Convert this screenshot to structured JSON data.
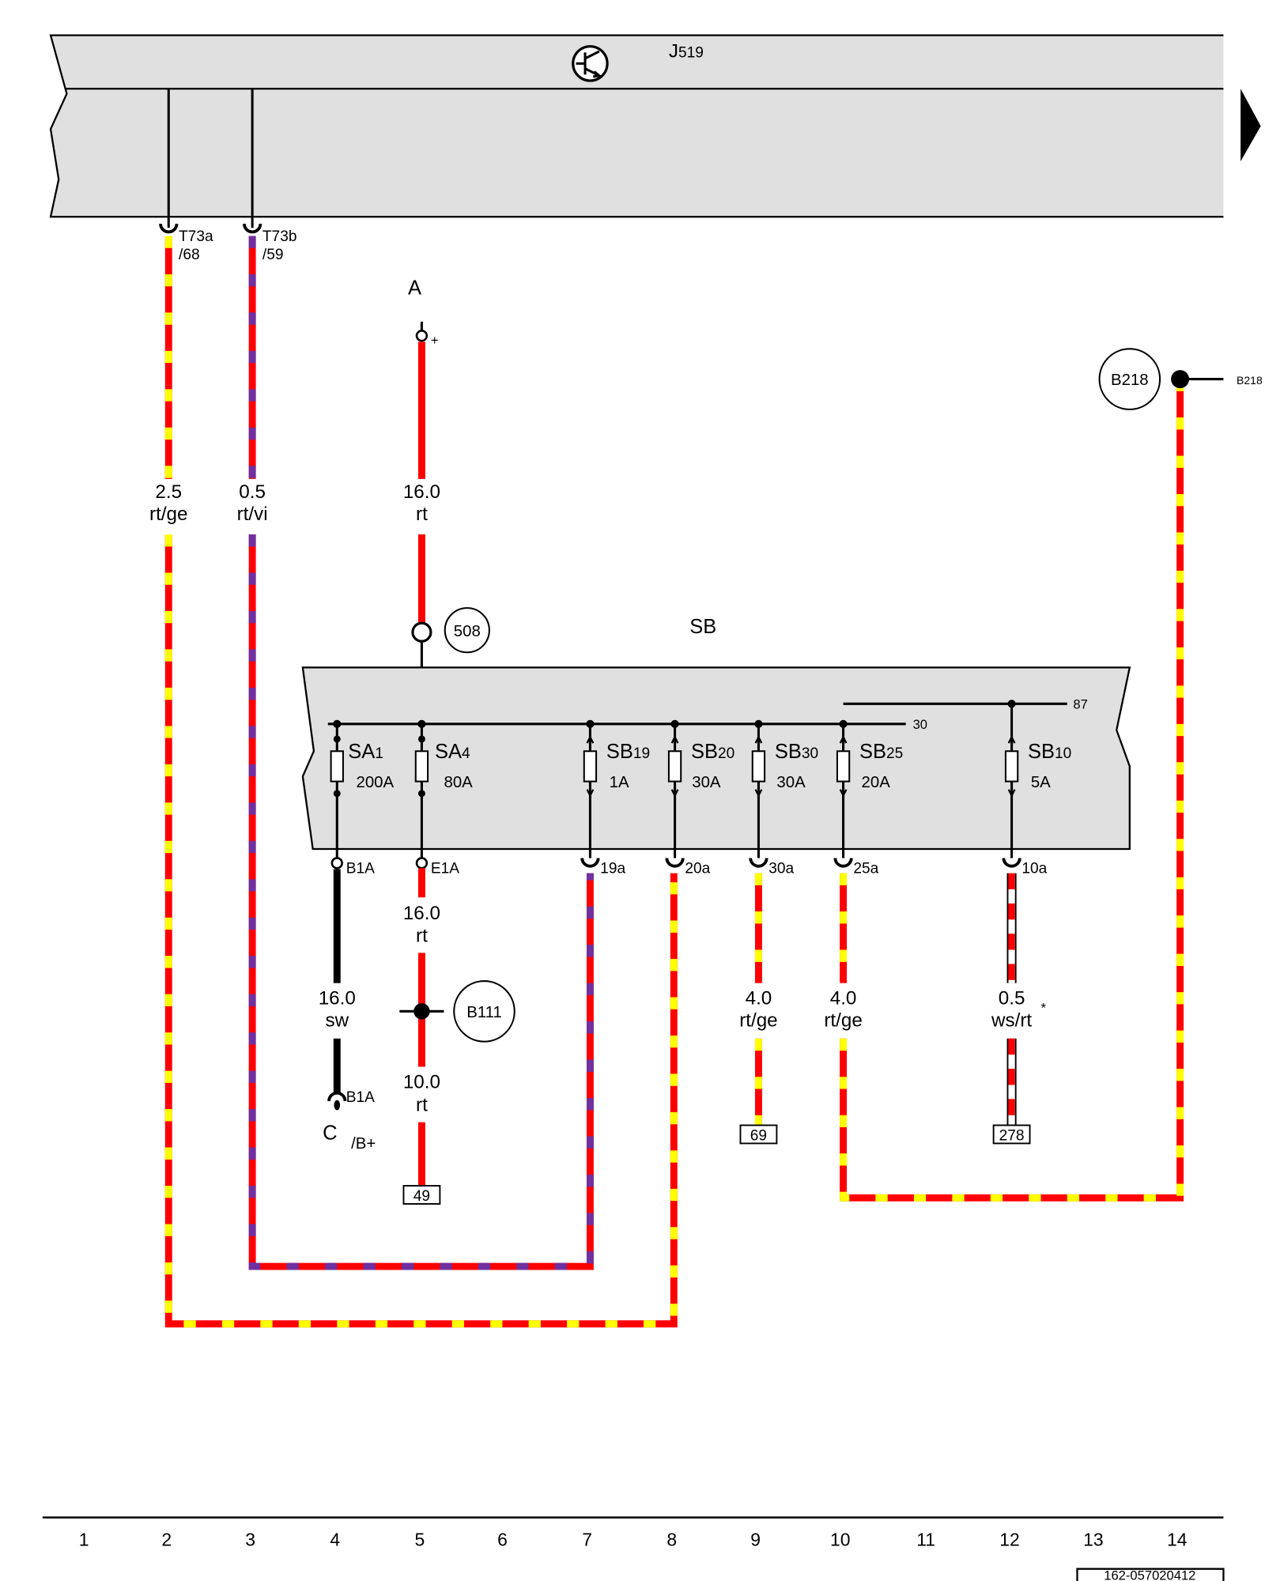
{
  "colors": {
    "red": "#ff0000",
    "yellow": "#ffff00",
    "violet": "#7030a0",
    "black": "#000000",
    "white": "#ffffff",
    "housing": "#e0e0e0"
  },
  "control_unit": {
    "name": "J",
    "number": "519"
  },
  "control_unit_connectors": [
    {
      "name": "T73a",
      "pin": "/68"
    },
    {
      "name": "T73b",
      "pin": "/59"
    }
  ],
  "terminal_a": {
    "label": "A",
    "polarity": "+"
  },
  "fuse_carrier": {
    "label": "SB",
    "terminal_30": "30",
    "terminal_87": "87"
  },
  "fuses": [
    {
      "prefix": "SA",
      "index": "1",
      "rating": "200A",
      "pin": "B1A"
    },
    {
      "prefix": "SA",
      "index": "4",
      "rating": "80A",
      "pin": "E1A"
    },
    {
      "prefix": "SB",
      "index": "19",
      "rating": "1A",
      "pin": "19a"
    },
    {
      "prefix": "SB",
      "index": "20",
      "rating": "30A",
      "pin": "20a"
    },
    {
      "prefix": "SB",
      "index": "30",
      "rating": "30A",
      "pin": "30a"
    },
    {
      "prefix": "SB",
      "index": "25",
      "rating": "20A",
      "pin": "25a"
    },
    {
      "prefix": "SB",
      "index": "10",
      "rating": "5A",
      "pin": "10a"
    }
  ],
  "wires": [
    {
      "size": "2.5",
      "color": "rt/ge"
    },
    {
      "size": "0.5",
      "color": "rt/vi"
    },
    {
      "size": "16.0",
      "color": "rt"
    },
    {
      "size": "16.0",
      "color": "sw"
    },
    {
      "size": "16.0",
      "color": "rt"
    },
    {
      "size": "10.0",
      "color": "rt"
    },
    {
      "size": "4.0",
      "color": "rt/ge"
    },
    {
      "size": "4.0",
      "color": "rt/ge"
    },
    {
      "size": "0.5",
      "color": "ws/rt",
      "marker": "*"
    }
  ],
  "connection_points": [
    {
      "label": "508"
    },
    {
      "label": "B111"
    },
    {
      "label": "B218"
    }
  ],
  "continuation_label": "B218",
  "terminal_c": {
    "label": "C",
    "pin": "B1A",
    "name": "/B+"
  },
  "current_path_refs": [
    "49",
    "69",
    "278"
  ],
  "grid_numbers": [
    "1",
    "2",
    "3",
    "4",
    "5",
    "6",
    "7",
    "8",
    "9",
    "10",
    "11",
    "12",
    "13",
    "14"
  ],
  "document_number": "162-057020412"
}
